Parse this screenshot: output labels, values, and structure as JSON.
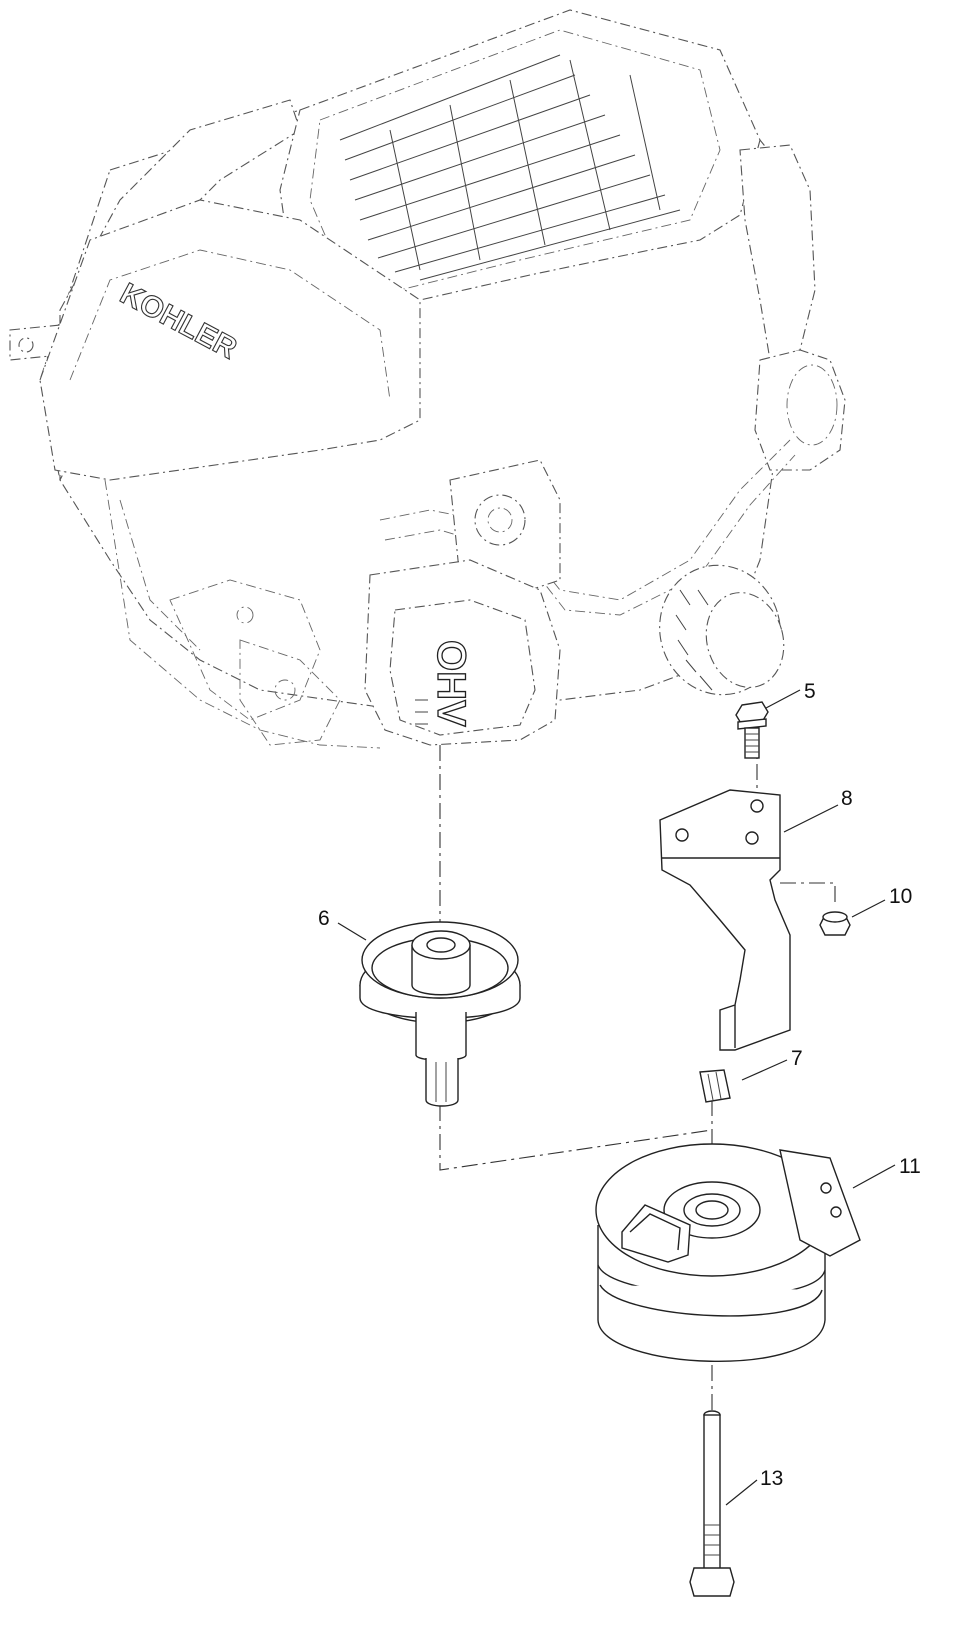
{
  "diagram": {
    "engine_brand_mark": "KOHLER",
    "valve_cover_mark": "OHV",
    "callouts": [
      {
        "id": "callout-5",
        "label": "5"
      },
      {
        "id": "callout-6",
        "label": "6"
      },
      {
        "id": "callout-7",
        "label": "7"
      },
      {
        "id": "callout-8",
        "label": "8"
      },
      {
        "id": "callout-10",
        "label": "10"
      },
      {
        "id": "callout-11",
        "label": "11"
      },
      {
        "id": "callout-13",
        "label": "13"
      }
    ]
  }
}
